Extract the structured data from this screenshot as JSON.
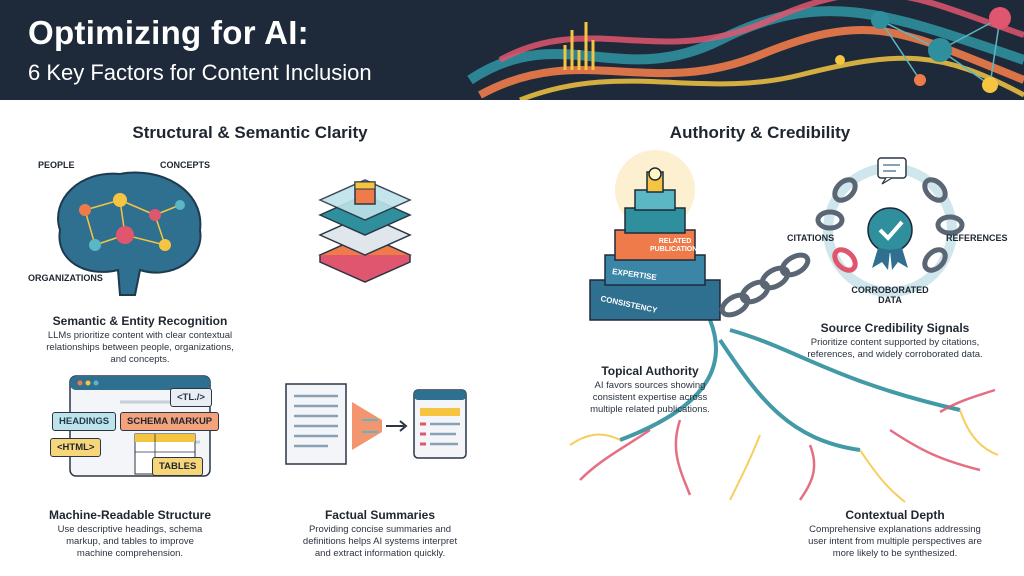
{
  "header": {
    "title": "Optimizing for AI:",
    "subtitle": "6 Key Factors for Content Inclusion"
  },
  "sections": [
    {
      "title": "Structural & Semantic Clarity"
    },
    {
      "title": "Authority & Credibility"
    }
  ],
  "factors": {
    "semantic": {
      "title": "Semantic & Entity Recognition",
      "desc_lines": [
        "LLMs prioritize content with clear contextual",
        "relationships between people, organizations,",
        "and concepts."
      ],
      "labels": {
        "people": "PEOPLE",
        "concepts": "CONCEPTS",
        "organizations": "ORGANIZATIONS"
      }
    },
    "machine": {
      "title": "Machine-Readable Structure",
      "desc_lines": [
        "Use descriptive headings, schema",
        "markup, and tables to improve",
        "machine comprehension."
      ],
      "tags": {
        "tl": "<TL./>",
        "headings": "HEADINGS",
        "schema": "SCHEMA MARKUP",
        "html": "<HTML>",
        "tables": "TABLES"
      }
    },
    "summaries": {
      "title": "Factual Summaries",
      "desc_lines": [
        "Providing concise summaries and",
        "definitions helps AI systems interpret",
        "and extract information quickly."
      ]
    },
    "topical": {
      "title": "Topical Authority",
      "desc_lines": [
        "AI favors sources showing",
        "consistent expertise across",
        "multiple related publications."
      ],
      "blocks": {
        "expertise": "EXPERTISE",
        "related": "RELATED PUBLICATIONS",
        "consistency": "CONSISTENCY"
      }
    },
    "credibility": {
      "title": "Source Credibility Signals",
      "desc_lines": [
        "Prioritize content supported by citations,",
        "references, and widely corroborated data."
      ],
      "labels": {
        "citations": "CITATIONS",
        "references": "REFERENCES",
        "corroborated_1": "CORROBORATED",
        "corroborated_2": "DATA"
      }
    },
    "contextual": {
      "title": "Contextual Depth",
      "desc_lines": [
        "Comprehensive explanations addressing",
        "user intent from multiple perspectives are",
        "more likely to be synthesized."
      ]
    }
  },
  "colors": {
    "navy": "#1e2a3a",
    "teal": "#2f8f9d",
    "orange": "#f07b4a",
    "yellow": "#f5c542",
    "pink": "#e0566e"
  }
}
